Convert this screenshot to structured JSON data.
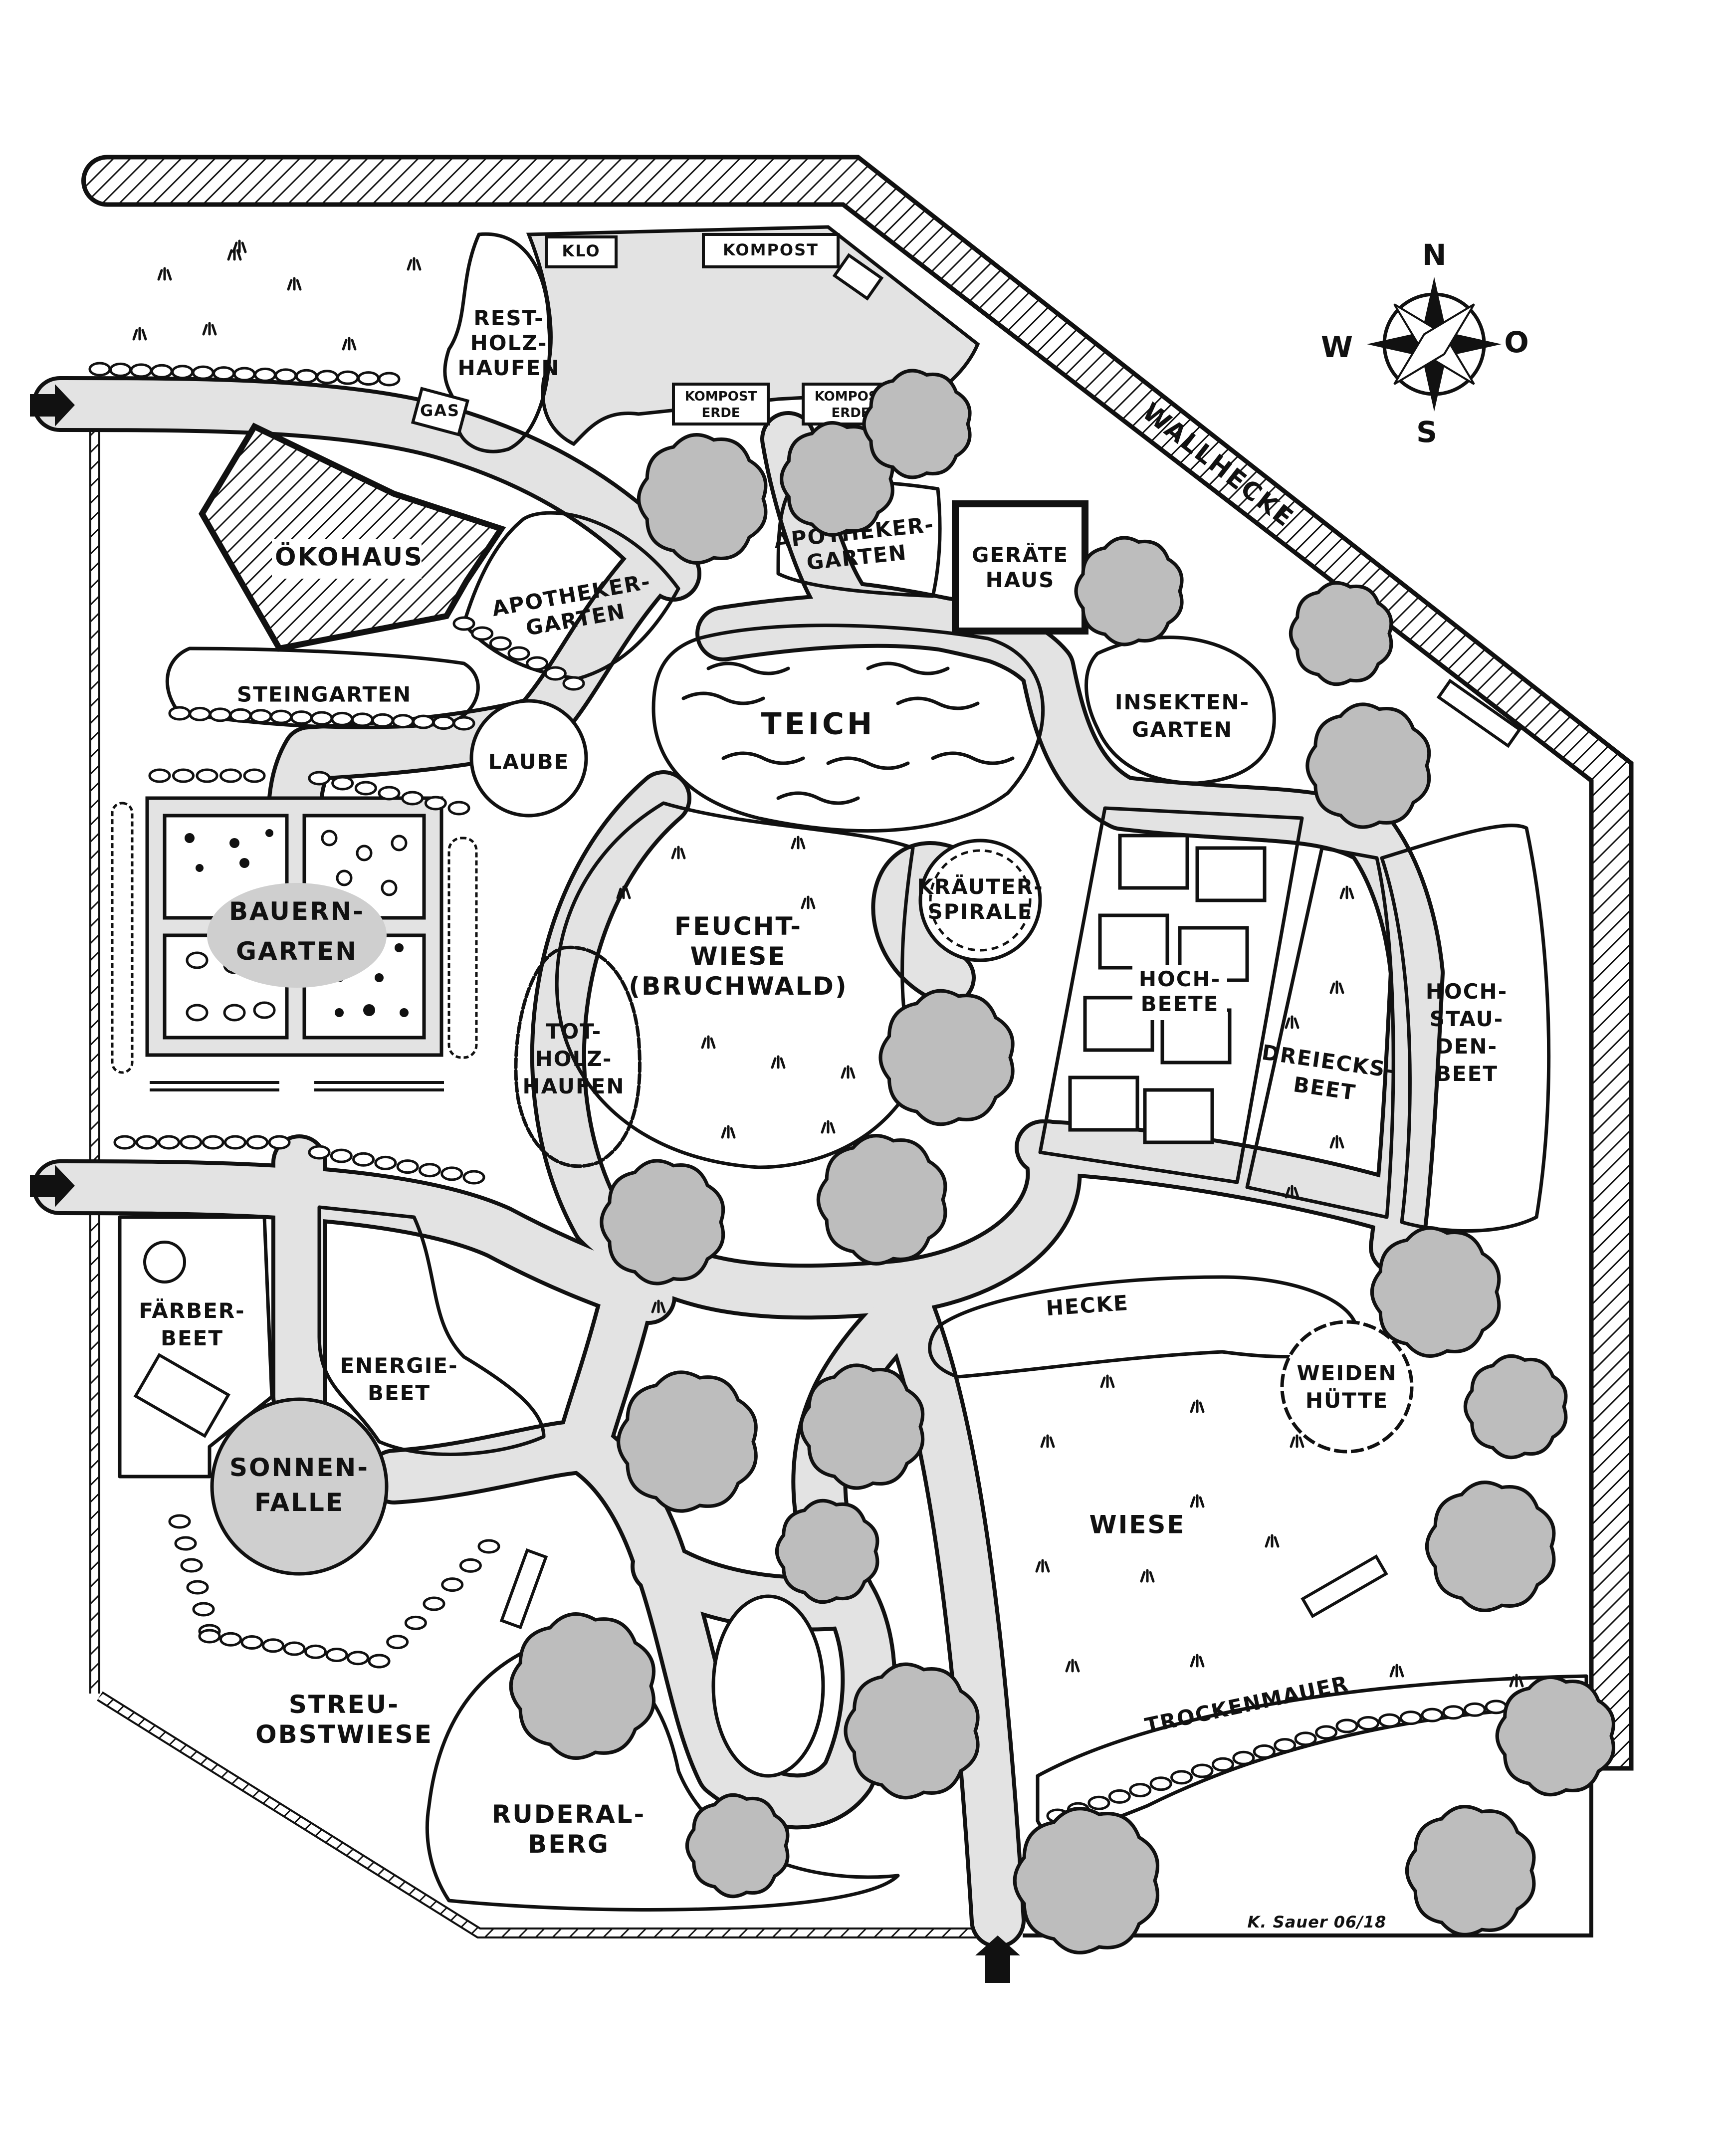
{
  "map": {
    "compass": {
      "north": "N",
      "south": "S",
      "west": "W",
      "east": "O"
    },
    "signature": "K. Sauer 06/18",
    "labels": {
      "wallhecke": "WALLHECKE",
      "klo": "KLO",
      "kompost": "KOMPOST",
      "kompost_erde_1": [
        "KOMPOST",
        "ERDE"
      ],
      "kompost_erde_2": [
        "KOMPOST",
        "ERDE"
      ],
      "gas": "GAS",
      "restholzhaufen": [
        "REST-",
        "HOLZ-",
        "HAUFEN"
      ],
      "oekohaus": "ÖKOHAUS",
      "apothekergarten_1": [
        "APOTHEKER-",
        "GARTEN"
      ],
      "apothekergarten_2": [
        "APOTHEKER-",
        "GARTEN"
      ],
      "geraetehaus": [
        "GERÄTE",
        "HAUS"
      ],
      "steingarten": "STEINGARTEN",
      "laube": "LAUBE",
      "teich": "TEICH",
      "insektengarten": [
        "INSEKTEN-",
        "GARTEN"
      ],
      "bauerngarten": [
        "BAUERN-",
        "GARTEN"
      ],
      "kraeuterspirale": [
        "KRÄUTER-",
        "SPIRALE"
      ],
      "feuchtwiese": [
        "FEUCHT-",
        "WIESE",
        "(BRUCHWALD)"
      ],
      "totholzhaufen": [
        "TOT-",
        "HOLZ-",
        "HAUFEN"
      ],
      "hochbeete": [
        "HOCH-",
        "BEETE"
      ],
      "dreiecksbeet": [
        "DREIECKS-",
        "BEET"
      ],
      "hochstaudenbeet": [
        "HOCH-",
        "STAU-",
        "DEN-",
        "BEET"
      ],
      "faerberbeet": [
        "FÄRBER-",
        "BEET"
      ],
      "energiebeet": [
        "ENERGIE-",
        "BEET"
      ],
      "hecke": "HECKE",
      "weidenhuette": [
        "WEIDEN",
        "HÜTTE"
      ],
      "sonnenfalle": [
        "SONNEN-",
        "FALLE"
      ],
      "wiese": "WIESE",
      "trockenmauer": "TROCKENMAUER",
      "streuobstwiese": [
        "STREU-",
        "OBSTWIESE"
      ],
      "ruderalberg": [
        "RUDERAL-",
        "BERG"
      ]
    },
    "entrances": [
      "west-upper",
      "west-lower",
      "south"
    ],
    "colors": {
      "path_fill": "#e3e3e3",
      "tree_fill": "#bdbdbd",
      "ink": "#111111"
    }
  }
}
